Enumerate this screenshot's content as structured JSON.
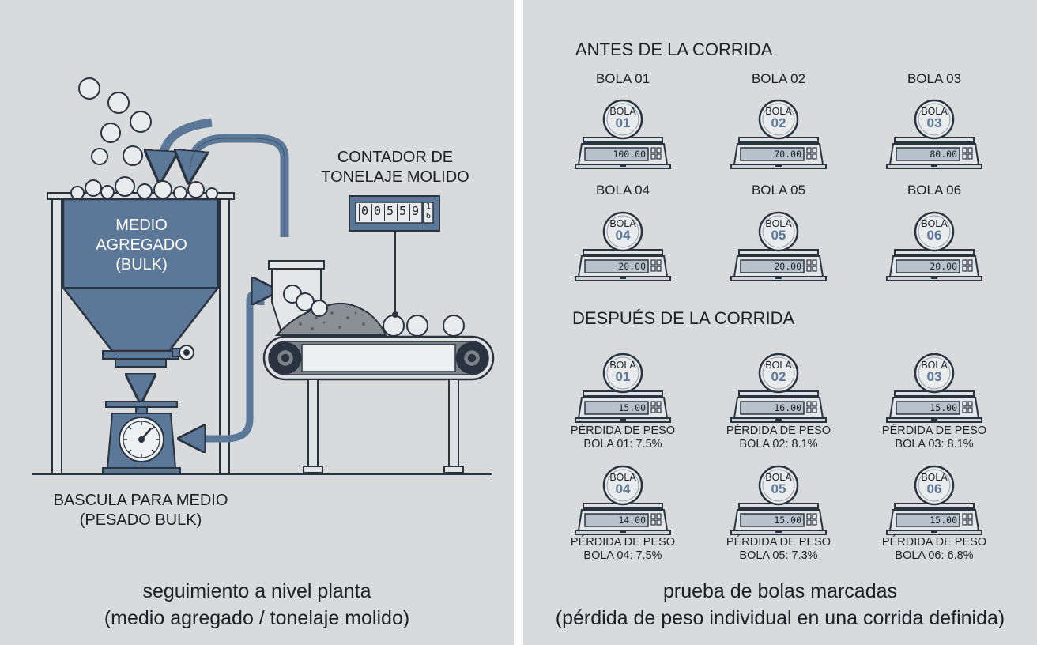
{
  "left_panel": {
    "hopper_label": [
      "MEDIO",
      "AGREGADO",
      "(BULK)"
    ],
    "counter_label": [
      "CONTADOR DE",
      "TONELAJE MOLIDO"
    ],
    "counter_digits": [
      "0",
      "0",
      "5",
      "5",
      "9"
    ],
    "counter_roller": [
      "1",
      "6"
    ],
    "scale_label": [
      "BASCULA PARA MEDIO",
      "(PESADO BULK)"
    ],
    "caption": [
      "seguimiento a nivel planta",
      "(medio agregado / tonelaje molido)"
    ]
  },
  "right_panel": {
    "before_title": "ANTES DE LA CORRIDA",
    "after_title": "DESPUÉS DE LA CORRIDA",
    "ball_word": "BOLA",
    "before": [
      {
        "name": "BOLA 01",
        "number": "01",
        "weight": "100.00"
      },
      {
        "name": "BOLA 02",
        "number": "02",
        "weight": "70.00"
      },
      {
        "name": "BOLA 03",
        "number": "03",
        "weight": "80.00"
      },
      {
        "name": "BOLA 04",
        "number": "04",
        "weight": "20.00"
      },
      {
        "name": "BOLA 05",
        "number": "05",
        "weight": "20.00"
      },
      {
        "name": "BOLA 06",
        "number": "06",
        "weight": "20.00"
      }
    ],
    "after": [
      {
        "number": "01",
        "weight": "15.00",
        "loss_title": "PÉRDIDA DE PESO",
        "loss_value": "BOLA 01: 7.5%"
      },
      {
        "number": "02",
        "weight": "16.00",
        "loss_title": "PÉRDIDA DE PESO",
        "loss_value": "BOLA 02: 8.1%"
      },
      {
        "number": "03",
        "weight": "15.00",
        "loss_title": "PÉRDIDA DE PESO",
        "loss_value": "BOLA 03: 8.1%"
      },
      {
        "number": "04",
        "weight": "14.00",
        "loss_title": "PÉRDIDA DE PESO",
        "loss_value": "BOLA 04: 7.5%"
      },
      {
        "number": "05",
        "weight": "15.00",
        "loss_title": "PÉRDIDA DE PESO",
        "loss_value": "BOLA 05: 7.3%"
      },
      {
        "number": "06",
        "weight": "15.00",
        "loss_title": "PÉRDIDA DE PESO",
        "loss_value": "BOLA 06: 6.8%"
      }
    ],
    "caption": [
      "prueba de bolas marcadas",
      "(pérdida de peso individual en una corrida definida)"
    ]
  },
  "colors": {
    "panel_bg": "#d9dadb",
    "steel_blue": "#5b7899",
    "dark_outline": "#2a3340",
    "ball_fill": "#e9ebec",
    "lcd_fill": "#b8c2cd"
  }
}
